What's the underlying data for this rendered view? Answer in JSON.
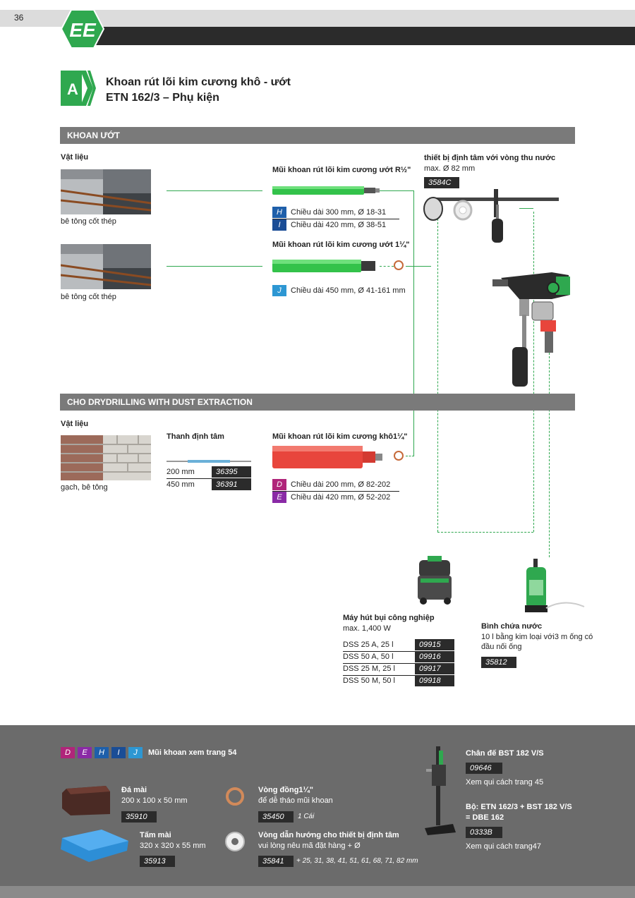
{
  "page": {
    "number": "36",
    "logo": "EE",
    "section_letter": "A"
  },
  "title": {
    "line1": "Khoan rút lõi kim cương khô - ướt",
    "line2": "ETN 162/3 –  Phụ kiện"
  },
  "colors": {
    "green": "#2fa84f",
    "red": "#e8453c",
    "dark": "#2b2b2b",
    "blue": "#1e5faa",
    "cyan": "#2d97d3",
    "magenta": "#b0257a",
    "purple": "#8a2aa6"
  },
  "wet": {
    "header": "KHOAN ƯỚT",
    "material_label": "Vật liệu",
    "material1": "bê tông cốt thép",
    "material2": "bê tông cốt thép",
    "bit1": {
      "title": "Mũi khoan rút lõi kim cương ướt  R½\"",
      "rows": [
        {
          "letter": "H",
          "text": "Chiều dài 300 mm, Ø 18-31"
        },
        {
          "letter": "I",
          "text": "Chiều dài 420 mm, Ø 38-51"
        }
      ]
    },
    "bit2": {
      "title": "Mũi khoan rút lõi kim cương ướt  1¼\"",
      "rows": [
        {
          "letter": "J",
          "text": "Chiều dài 450 mm, Ø 41-161 mm"
        }
      ]
    },
    "centering": {
      "title": "thiết bị định tâm với vòng thu nước",
      "sub": "max. Ø 82 mm",
      "code": "3584C"
    }
  },
  "dry": {
    "header": "CHO DRYDRILLING WITH DUST EXTRACTION",
    "material_label": "Vật liệu",
    "material": "gạch, bê tông",
    "rod": {
      "title": "Thanh định tâm",
      "rows": [
        {
          "size": "200 mm",
          "code": "36395"
        },
        {
          "size": "450 mm",
          "code": "36391"
        }
      ]
    },
    "bit": {
      "title": "Mũi khoan rút lõi kim cương khô1¼\"",
      "rows": [
        {
          "letter": "D",
          "text": "Chiều dài 200 mm, Ø 82-202"
        },
        {
          "letter": "E",
          "text": "Chiều dài 420 mm, Ø 52-202"
        }
      ]
    }
  },
  "vacuum": {
    "title": "Máy hút bụi công nghiệp",
    "sub": "max. 1,400 W",
    "rows": [
      {
        "model": "DSS 25 A, 25 l",
        "code": "09915"
      },
      {
        "model": "DSS 50 A, 50 l",
        "code": "09916"
      },
      {
        "model": "DSS 25 M, 25 l",
        "code": "09917"
      },
      {
        "model": "DSS 50 M, 50 l",
        "code": "09918"
      }
    ]
  },
  "tank": {
    "title": "Bình chứa nước",
    "desc1": "10 l bằng kim loại với3 m ống có",
    "desc2": "đầu nối ống",
    "code": "35812"
  },
  "footer": {
    "letters": [
      "D",
      "E",
      "H",
      "I",
      "J"
    ],
    "letters_note": "Mũi khoan xem trang 54",
    "stone": {
      "title": "Đá mài",
      "size": "200 x 100 x 50 mm",
      "code": "35910"
    },
    "plate": {
      "title": "Tấm mài",
      "size": "320 x 320 x 55 mm",
      "code": "35913"
    },
    "copper_ring": {
      "title": "Vòng đồng1¼\"",
      "desc": "để dễ tháo mũi khoan",
      "code": "35450",
      "qty": "1 Cái"
    },
    "guide_ring": {
      "title": "Vòng dẫn hướng cho thiết bị định tâm",
      "desc": "vui lòng nêu mã đặt hàng + Ø",
      "code": "35841",
      "sizes": "+ 25, 31, 38, 41, 51, 61, 68, 71, 82 mm"
    },
    "stand": {
      "title": "Chân đế BST 182 V/S",
      "code": "09646",
      "note": "Xem qui cách trang 45"
    },
    "set": {
      "title1": "Bộ: ETN 162/3 + BST 182 V/S",
      "title2": "= DBE 162",
      "code": "0333B",
      "note": "Xem qui cách trang47"
    }
  }
}
